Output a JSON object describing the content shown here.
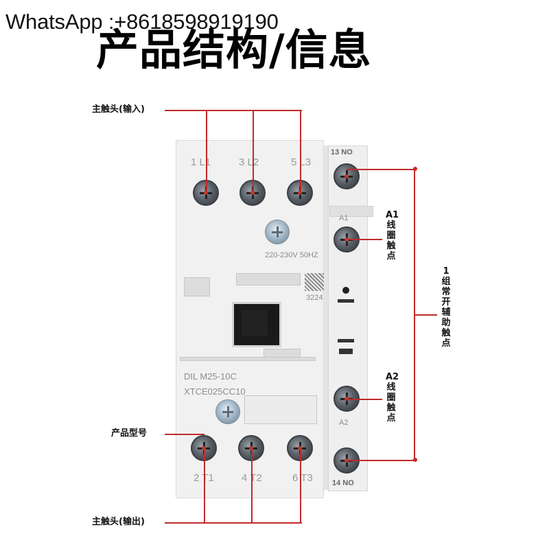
{
  "header": {
    "whatsapp": "WhatsApp :+8618598919190",
    "title": "产品结构/信息"
  },
  "annotations": {
    "main_input": "主触头(输入)",
    "main_output": "主触头(输出)",
    "model_label": "产品型号",
    "a1_coil": "A1线圈触点",
    "a2_coil": "A2线圈触点",
    "aux_contact": "1组常开辅助触点"
  },
  "device": {
    "top_terminals": [
      "1 L1",
      "3 L2",
      "5 L3"
    ],
    "bottom_terminals": [
      "2 T1",
      "4 T2",
      "6 T3"
    ],
    "voltage": "220-230V 50HZ",
    "code": "3224",
    "model_line1": "DIL M25-10C",
    "model_line2": "XTCE025CC10",
    "aux_top": "13 NO",
    "aux_bottom": "14 NO",
    "aux_a1": "A1",
    "aux_a2": "A2"
  },
  "colors": {
    "annotation_line": "#c02a2a",
    "housing": "#f1f1f1"
  }
}
